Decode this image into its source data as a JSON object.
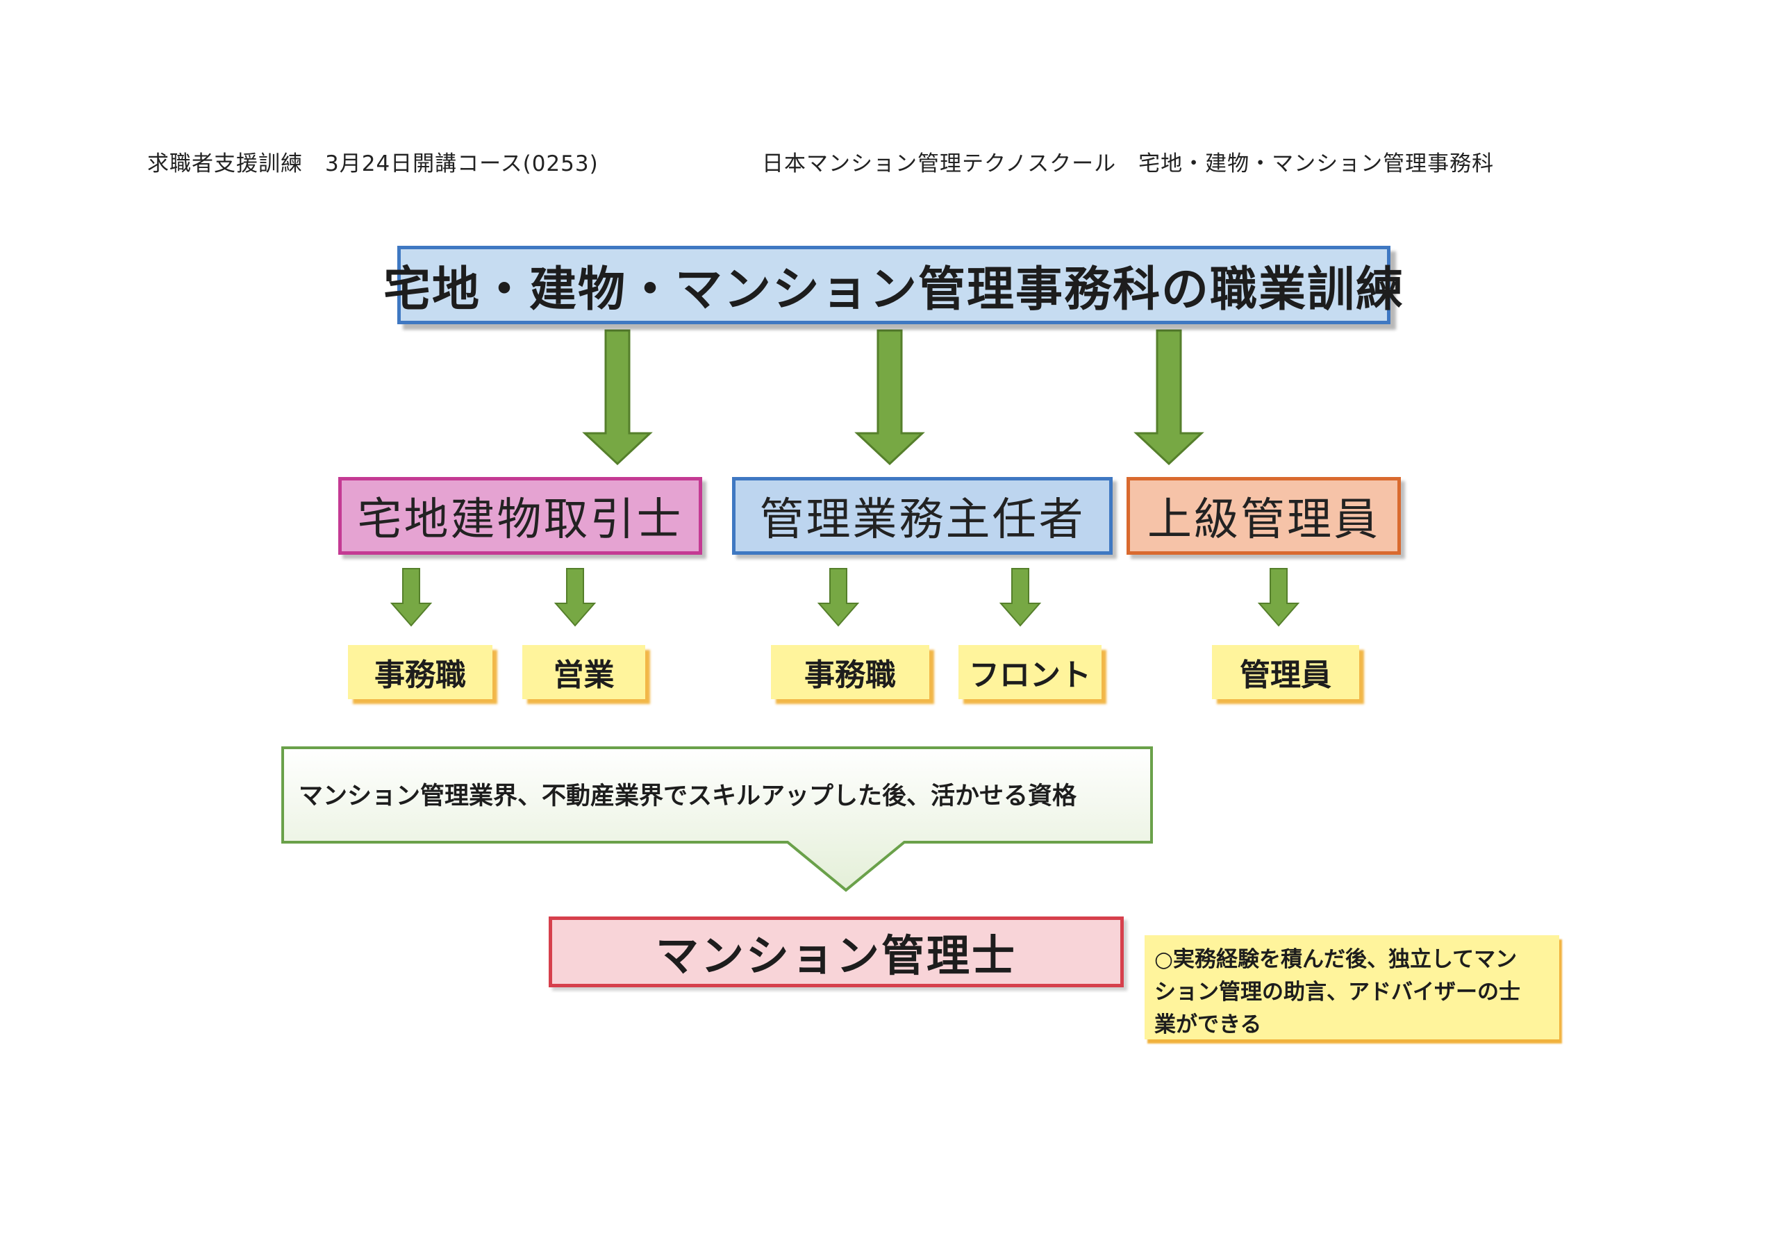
{
  "header": {
    "left": "求職者支援訓練　3月24日開講コース(0253)",
    "right": "日本マンション管理テクノスクール　宅地・建物・マンション管理事務科"
  },
  "title": "宅地・建物・マンション管理事務科の職業訓練",
  "certifications": [
    "宅地建物取引士",
    "管理業務主任者",
    "上級管理員"
  ],
  "jobs": [
    "事務職",
    "営業",
    "事務職",
    "フロント",
    "管理員"
  ],
  "callout": "マンション管理業界、不動産業界でスキルアップした後、活かせる資格",
  "final_cert": "マンション管理士",
  "note": {
    "lines": [
      "○実務経験を積んだ後、独立してマン",
      "ション管理の助言、アドバイザーの士",
      "業ができる"
    ]
  },
  "colors": {
    "arrow": "#77a844",
    "arrow_border": "#557f2b",
    "title_fill": "#c6dcf1",
    "title_border": "#3f78c2",
    "cert1_fill": "#e5a3d2",
    "cert2_fill": "#bdd5ef",
    "cert3_fill": "#f6c3a8",
    "job_fill": "#fff49c",
    "callout_border": "#6aa14a",
    "final_fill": "#f8d4d8",
    "final_border": "#d6404c"
  }
}
